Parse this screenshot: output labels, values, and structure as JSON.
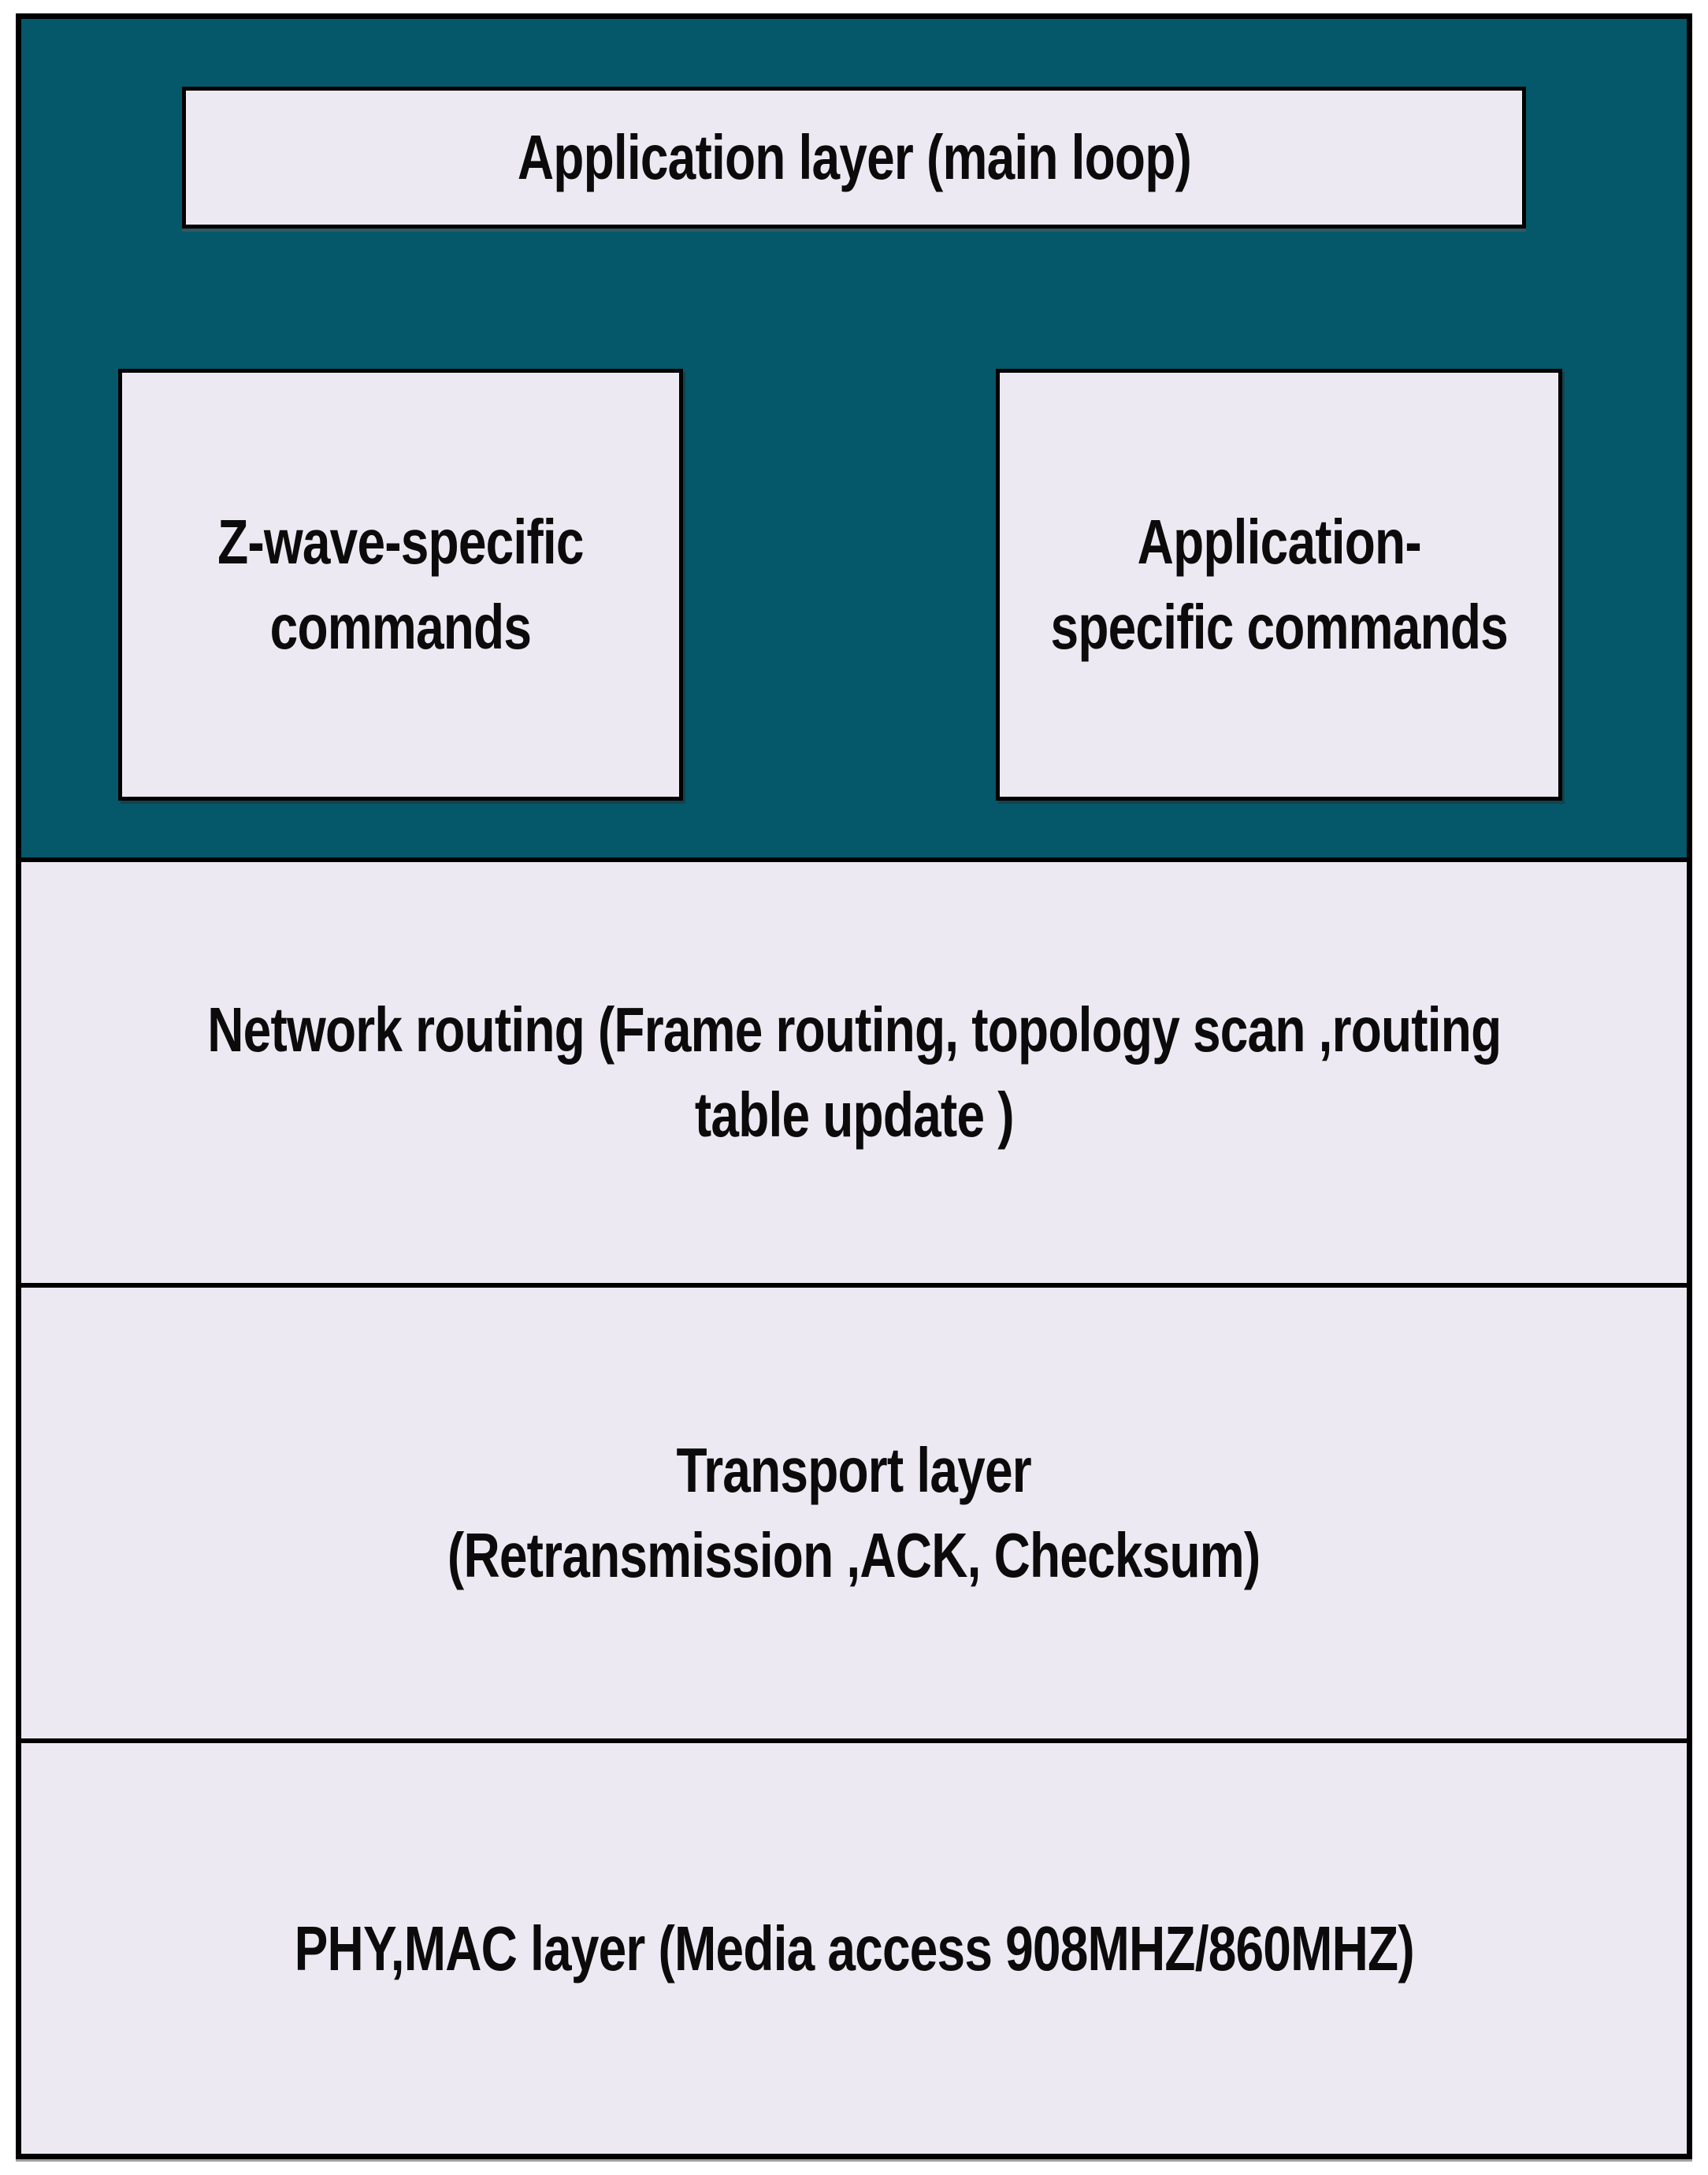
{
  "colors": {
    "teal_background": "#04586A",
    "panel_background": "#EDE9F2",
    "border": "#000000",
    "text": "#0B0B0B",
    "page_background": "#FFFFFF"
  },
  "stack": {
    "application_layer": {
      "label": "Application layer (main loop)"
    },
    "zwave_commands": {
      "line1": "Z-wave-specific",
      "line2": "commands"
    },
    "application_commands": {
      "line1": "Application-",
      "line2": "specific commands"
    },
    "network_routing": {
      "line1": "Network routing (Frame routing, topology scan ,routing",
      "line2": "table update )"
    },
    "transport_layer": {
      "line1": "Transport layer",
      "line2": "(Retransmission ,ACK, Checksum)"
    },
    "phy_mac_layer": {
      "label": "PHY,MAC layer (Media access 908MHZ/860MHZ)"
    }
  }
}
